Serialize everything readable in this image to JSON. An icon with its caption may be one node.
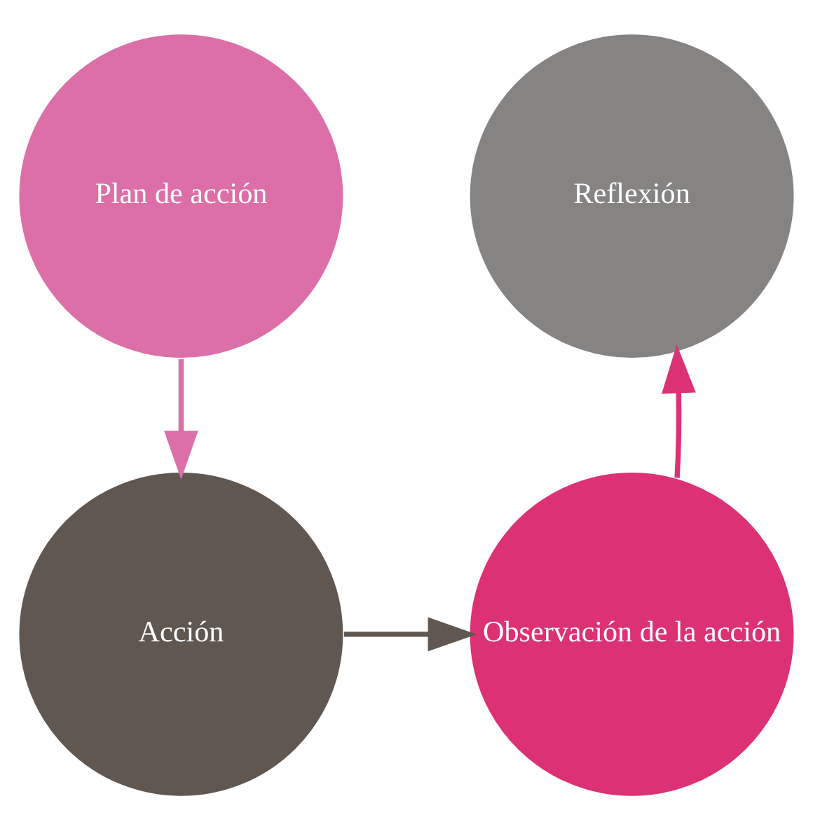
{
  "diagram": {
    "nodes": [
      {
        "text": [
          "Plan de acción"
        ]
      },
      {
        "text": [
          "Reflexión"
        ]
      },
      {
        "text": [
          "Acción"
        ]
      },
      {
        "text": [
          "Observación de la acción"
        ]
      }
    ],
    "edges": [
      {
        "from": 0,
        "to": 2,
        "arrow": "to",
        "color": "#dc6fa8"
      },
      {
        "from": 2,
        "to": 3,
        "arrow": "to",
        "color": "#5f5750"
      },
      {
        "from": 3,
        "to": 1,
        "arrow": "to",
        "color": "#dd3175"
      }
    ]
  }
}
